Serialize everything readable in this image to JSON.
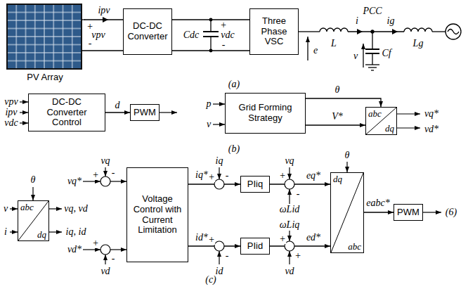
{
  "diagram": {
    "nodes": [
      {
        "text": [
          "PV Array"
        ]
      },
      {
        "text": [
          "DC-DC Converter"
        ]
      },
      {
        "text": [
          "Three Phase VSC"
        ]
      },
      {
        "text": [
          "DC-DC Converter Control"
        ]
      },
      {
        "text": [
          "PWM"
        ]
      },
      {
        "text": [
          "Grid Forming Strategy"
        ]
      },
      {
        "text": [
          "abc",
          "dq"
        ]
      },
      {
        "text": [
          "abc",
          "dq"
        ]
      },
      {
        "text": [
          "Voltage Control with Current Limitation"
        ]
      },
      {
        "text": [
          "PIiq"
        ]
      },
      {
        "text": [
          "PIid"
        ]
      },
      {
        "text": [
          "dq",
          "abc"
        ]
      },
      {
        "text": [
          "PWM"
        ]
      }
    ],
    "edges": [
      {
        "from": 0,
        "to": 1,
        "arrow": "none"
      },
      {
        "from": 1,
        "to": 2,
        "arrow": "none"
      },
      {
        "from": 3,
        "to": 4,
        "arrow": "to"
      },
      {
        "from": 5,
        "to": 6,
        "arrow": "to"
      },
      {
        "from": 5,
        "to": 6,
        "arrow": "to"
      },
      {
        "from": 8,
        "to": 9,
        "arrow": "to"
      },
      {
        "from": 8,
        "to": 10,
        "arrow": "to"
      },
      {
        "from": 9,
        "to": 11,
        "arrow": "to"
      },
      {
        "from": 10,
        "to": 11,
        "arrow": "to"
      },
      {
        "from": 11,
        "to": 12,
        "arrow": "to"
      }
    ],
    "labels": [
      "ipv",
      "+",
      "vpv",
      "-",
      "Cdc",
      "+",
      "vdc",
      "-",
      "e",
      "L",
      "i",
      "PCC",
      "v",
      "Cf",
      "ig",
      "Lg",
      "(a)",
      "vpv",
      "ipv",
      "vdc",
      "d",
      "p",
      "v",
      "θ",
      "V*",
      "vq*",
      "vd*",
      "(b)",
      "θ",
      "v",
      "i",
      "vq, vd",
      "iq, id",
      "vq*",
      "+",
      "vq",
      "-",
      "vd*",
      "+",
      "vd",
      "-",
      "iq*",
      "+",
      "iq",
      "-",
      "id*",
      "+",
      "id",
      "-",
      "vq",
      "+",
      "ωLid",
      "-",
      "ωLiq",
      "+",
      "vd",
      "+",
      "eq*",
      "ed*",
      "θ",
      "eabc*",
      "(6)",
      "(c)"
    ]
  }
}
